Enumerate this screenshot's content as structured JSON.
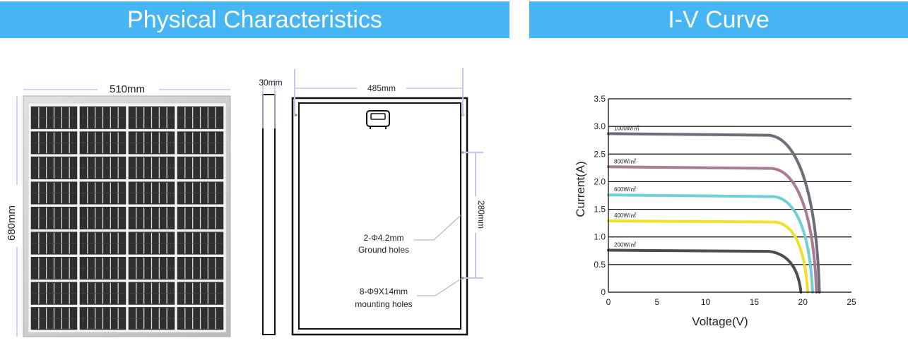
{
  "banners": {
    "left": "Physical Characteristics",
    "right": "I-V Curve"
  },
  "dimensions": {
    "width": "510mm",
    "height": "680mm",
    "thickness": "30mm",
    "hole_spacing_width": "485mm",
    "hole_spacing_height": "280mm",
    "ground_holes_spec": "2-Φ4.2mm",
    "ground_holes_label": "Ground holes",
    "mounting_holes_spec": "8-Φ9X14mm",
    "mounting_holes_label": "mounting holes"
  },
  "panel": {
    "cell_columns": 4,
    "cell_rows": 9
  },
  "colors": {
    "banner": "#45b6f3",
    "dimension_line": "#c9c3e8"
  },
  "chart_data": {
    "type": "line",
    "title": "",
    "xlabel": "Voltage(V)",
    "ylabel": "Current(A)",
    "xlim": [
      0,
      25
    ],
    "ylim": [
      0,
      3.5
    ],
    "xticks": [
      0,
      5,
      10,
      15,
      20,
      25
    ],
    "yticks": [
      0,
      0.5,
      1.0,
      1.5,
      2.0,
      2.5,
      3.0,
      3.5
    ],
    "ytick_labels": [
      "0",
      "0.5",
      "1.0",
      "1.5",
      "2.0",
      "2.5",
      "3.0",
      "3.5"
    ],
    "grid": "horizontal",
    "series": [
      {
        "name": "1000W/㎡",
        "color": "#6e6c78",
        "isc": 2.87,
        "knee_v": 16.5,
        "knee_i": 2.84,
        "voc": 21.7
      },
      {
        "name": "800W/㎡",
        "color": "#a97a93",
        "isc": 2.27,
        "knee_v": 16.8,
        "knee_i": 2.24,
        "voc": 21.4
      },
      {
        "name": "600W/㎡",
        "color": "#6fd0d3",
        "isc": 1.76,
        "knee_v": 17.0,
        "knee_i": 1.73,
        "voc": 21.0
      },
      {
        "name": "400W/㎡",
        "color": "#f1df2e",
        "isc": 1.29,
        "knee_v": 17.2,
        "knee_i": 1.27,
        "voc": 20.5
      },
      {
        "name": "200W/㎡",
        "color": "#4d4d4d",
        "isc": 0.76,
        "knee_v": 16.5,
        "knee_i": 0.74,
        "voc": 19.8
      }
    ]
  }
}
